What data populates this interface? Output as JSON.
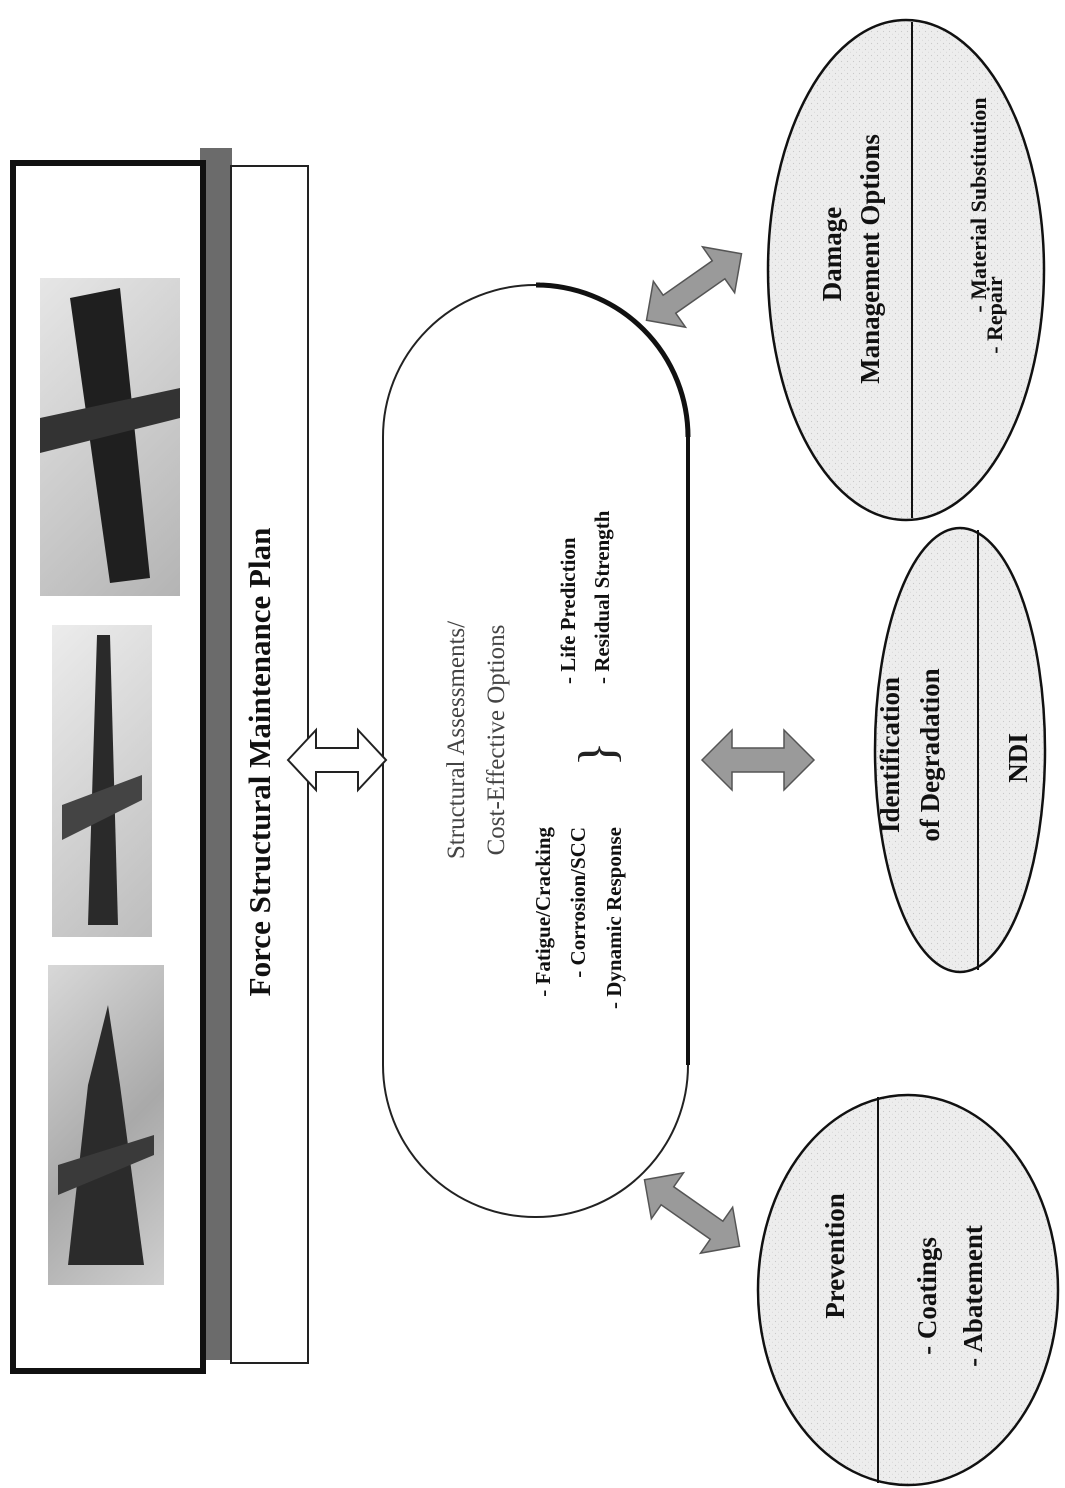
{
  "banner": {
    "title": "Force Structural Maintenance Plan",
    "photos": [
      {
        "icon": "fighter-jet-on-ground-icon"
      },
      {
        "icon": "fighter-jet-landing-icon"
      },
      {
        "icon": "cargo-plane-maintenance-icon"
      }
    ]
  },
  "center": {
    "heading_line1": "Structural Assessments/",
    "heading_line2": "Cost-Effective Options",
    "left_items": [
      "- Fatigue/Cracking",
      "- Corrosion/SCC",
      "- Dynamic Response"
    ],
    "brace": "}",
    "right_items": [
      "- Life Prediction",
      "- Residual Strength"
    ]
  },
  "ovals": {
    "prevention": {
      "title": "Prevention",
      "items": [
        "- Coatings",
        "- Abatement"
      ]
    },
    "identification": {
      "title_line1": "Identification",
      "title_line2": "of Degradation",
      "items": [
        "NDI"
      ]
    },
    "damage": {
      "title_line1": "Damage",
      "title_line2": "Management Options",
      "items": [
        "- Material Substitution",
        "- Repair"
      ]
    }
  },
  "colors": {
    "outline": "#111111",
    "banner_shadow": "#6b6b6b",
    "arrow_fill": "#9a9a9a",
    "oval_fill": "#e9e9e9"
  }
}
